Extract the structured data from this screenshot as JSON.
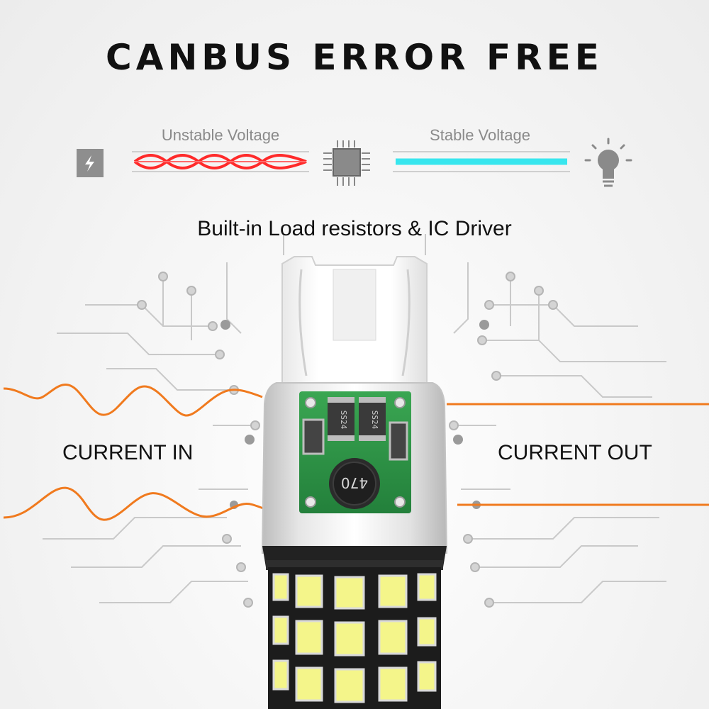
{
  "title": "CANBUS ERROR FREE",
  "voltage": {
    "unstable_label": "Unstable Voltage",
    "stable_label": "Stable Voltage"
  },
  "subtitle": "Built-in Load resistors & IC Driver",
  "current": {
    "in_label": "CURRENT IN",
    "out_label": "CURRENT OUT"
  },
  "board": {
    "chip_marking_1": "SS24",
    "chip_marking_2": "SS24",
    "inductor_marking": "470"
  },
  "icons": {
    "power": "lightning-icon",
    "chip": "ic-chip-icon",
    "bulb": "light-bulb-icon"
  },
  "colors": {
    "unstable_wave": "#ff2a2a",
    "stable_line": "#38e6ee",
    "current_wave": "#f07a1e",
    "pcb_green": "#2f9a4a",
    "led_yellow": "#f4f58a"
  }
}
